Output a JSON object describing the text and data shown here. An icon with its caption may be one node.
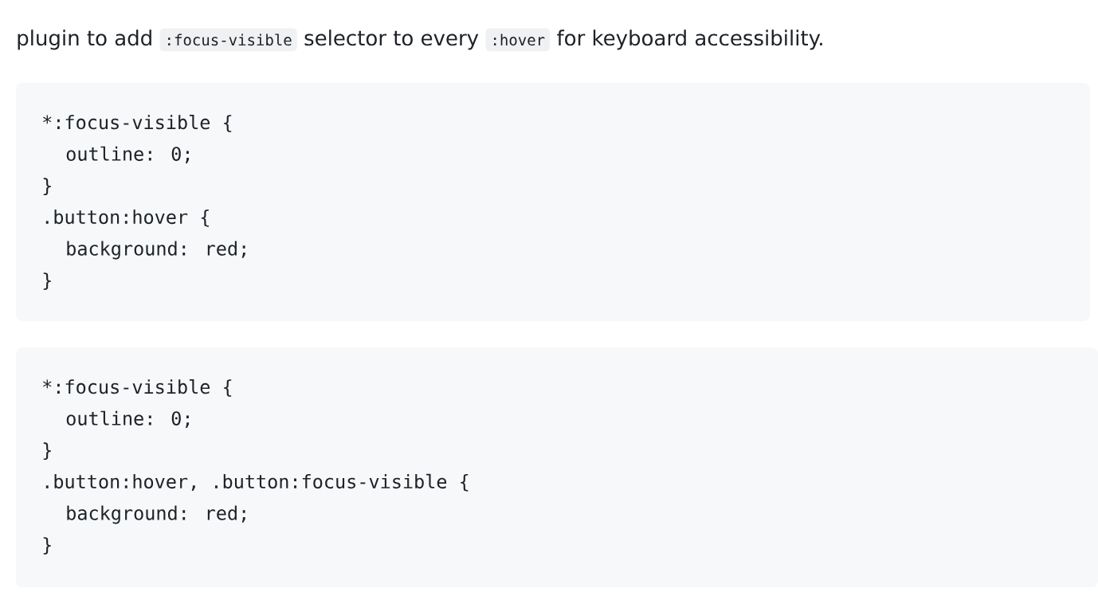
{
  "diagram": {
    "nodes": [
      {
        "text": [
          "*:focus-visible {",
          "outline: 0;",
          "}",
          ".button:hover {",
          "background: red;",
          "}"
        ]
      },
      {
        "text": [
          "*:focus-visible {",
          "outline: 0;",
          "}",
          ".button:hover, .button:focus-visible {",
          "background: red;",
          "}"
        ]
      }
    ],
    "labels": [
      "plugin to add",
      ":focus-visible",
      "selector to every",
      ":hover",
      "for keyboard accessibility."
    ]
  }
}
